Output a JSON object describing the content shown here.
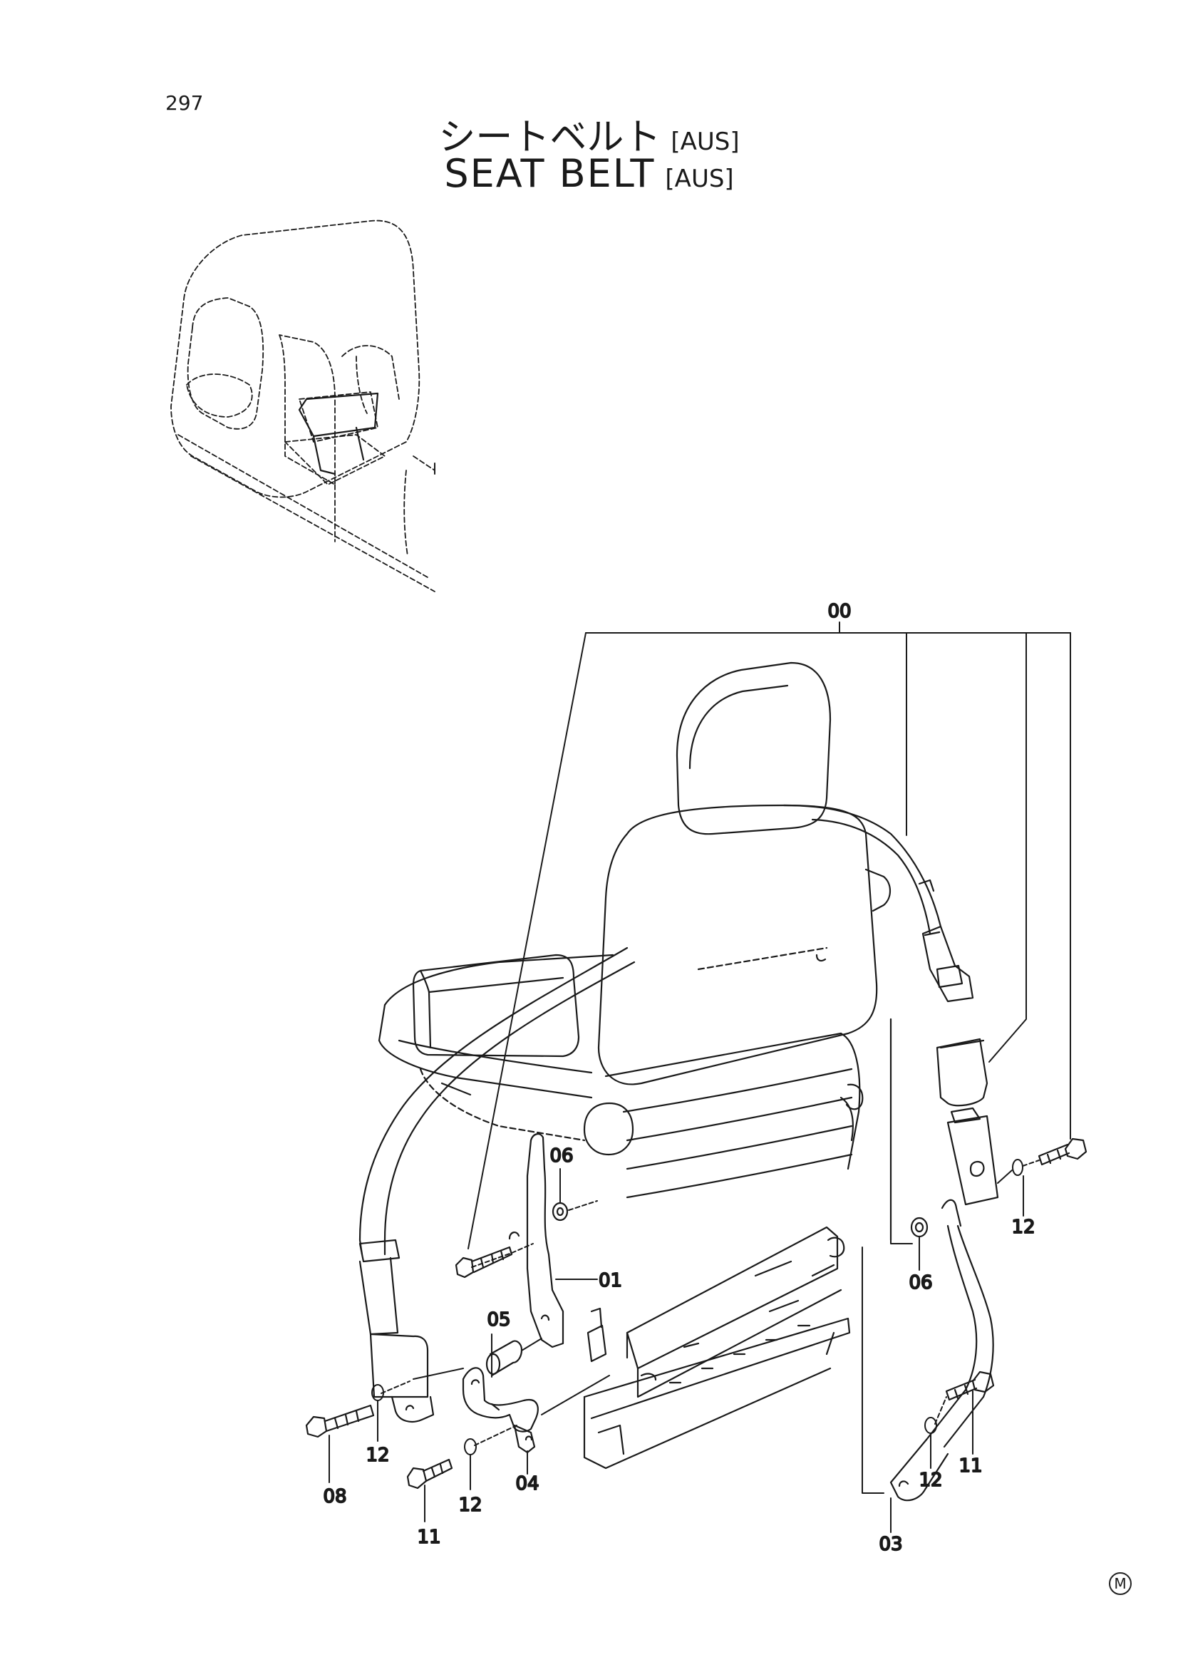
{
  "page": {
    "page_number": "297",
    "title_ja": "シートベルト",
    "title_en": "SEAT BELT",
    "region_tag": "[AUS]",
    "corner_mark": "M"
  },
  "callouts": {
    "assembly": "00",
    "bracket": "01",
    "belt_anchor_strap": "03",
    "bracket_plate": "04",
    "spacer": "05",
    "washer_upper": "06",
    "washer_right": "06",
    "bolt_left": "08",
    "bolt_center": "11",
    "bolt_right": "11",
    "washer_left": "12",
    "washer_center": "12",
    "washer_right_lower": "12",
    "washer_buckle": "12"
  }
}
